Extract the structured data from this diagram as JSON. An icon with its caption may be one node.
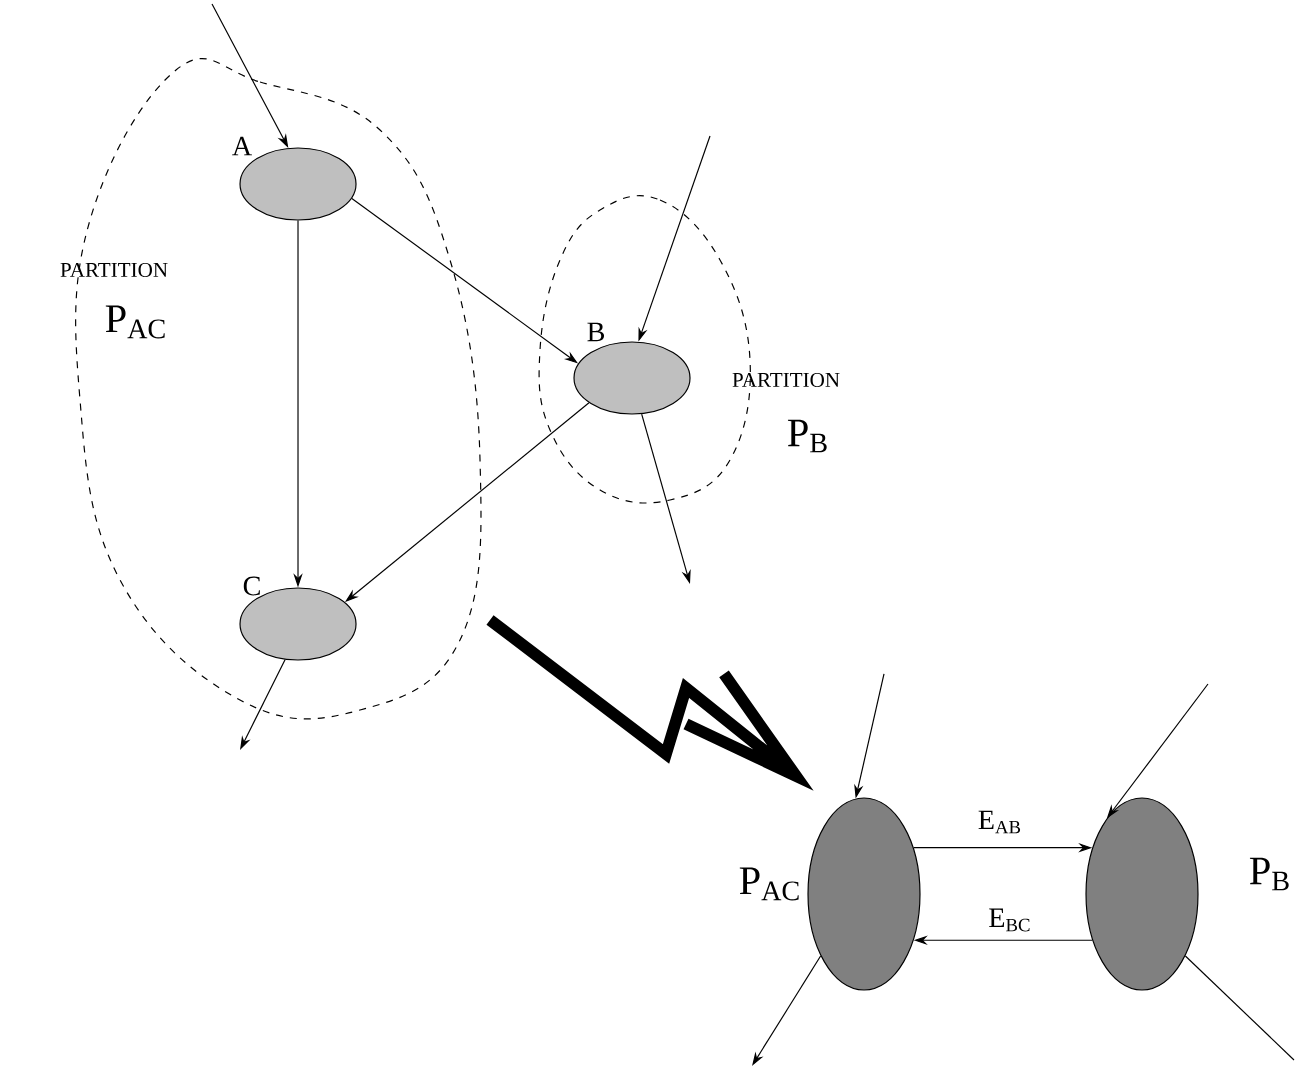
{
  "diagram": {
    "nodes": [
      {
        "text": [
          "PARTITION",
          "P$_{AC}$"
        ]
      },
      {
        "text": [],
        "shape": "ellipse",
        "beside": [
          "A"
        ],
        "in": 0
      },
      {
        "text": [],
        "shape": "ellipse",
        "beside": [
          "C"
        ],
        "in": 0
      },
      {
        "text": [
          "PARTITION",
          "P$_{B}$"
        ]
      },
      {
        "text": [],
        "shape": "ellipse",
        "beside": [
          "B"
        ],
        "in": 3
      },
      {
        "text": [],
        "shape": "ellipse",
        "beside": [
          "P$_{AC}$"
        ]
      },
      {
        "text": [],
        "shape": "ellipse",
        "beside": [
          "P$_{B}$"
        ]
      }
    ],
    "edges": [
      {
        "from": null,
        "to": 1,
        "arrow": "to"
      },
      {
        "from": 1,
        "to": 2,
        "arrow": "to"
      },
      {
        "from": 1,
        "to": 4,
        "arrow": "to"
      },
      {
        "from": 4,
        "to": 2,
        "arrow": "to"
      },
      {
        "from": null,
        "to": 4,
        "arrow": "to"
      },
      {
        "from": 4,
        "to": null,
        "arrow": "to"
      },
      {
        "from": 2,
        "to": null,
        "arrow": "to"
      },
      {
        "from": null,
        "to": 5,
        "arrow": "to"
      },
      {
        "from": null,
        "to": 6,
        "arrow": "to"
      },
      {
        "from": 5,
        "to": 6,
        "arrow": "to",
        "label": "E$_{AB}$"
      },
      {
        "from": 6,
        "to": 5,
        "arrow": "to",
        "label": "E$_{BC}$"
      },
      {
        "from": 5,
        "to": null,
        "arrow": "to"
      },
      {
        "from": 6,
        "to": null,
        "arrow": "none"
      }
    ]
  }
}
